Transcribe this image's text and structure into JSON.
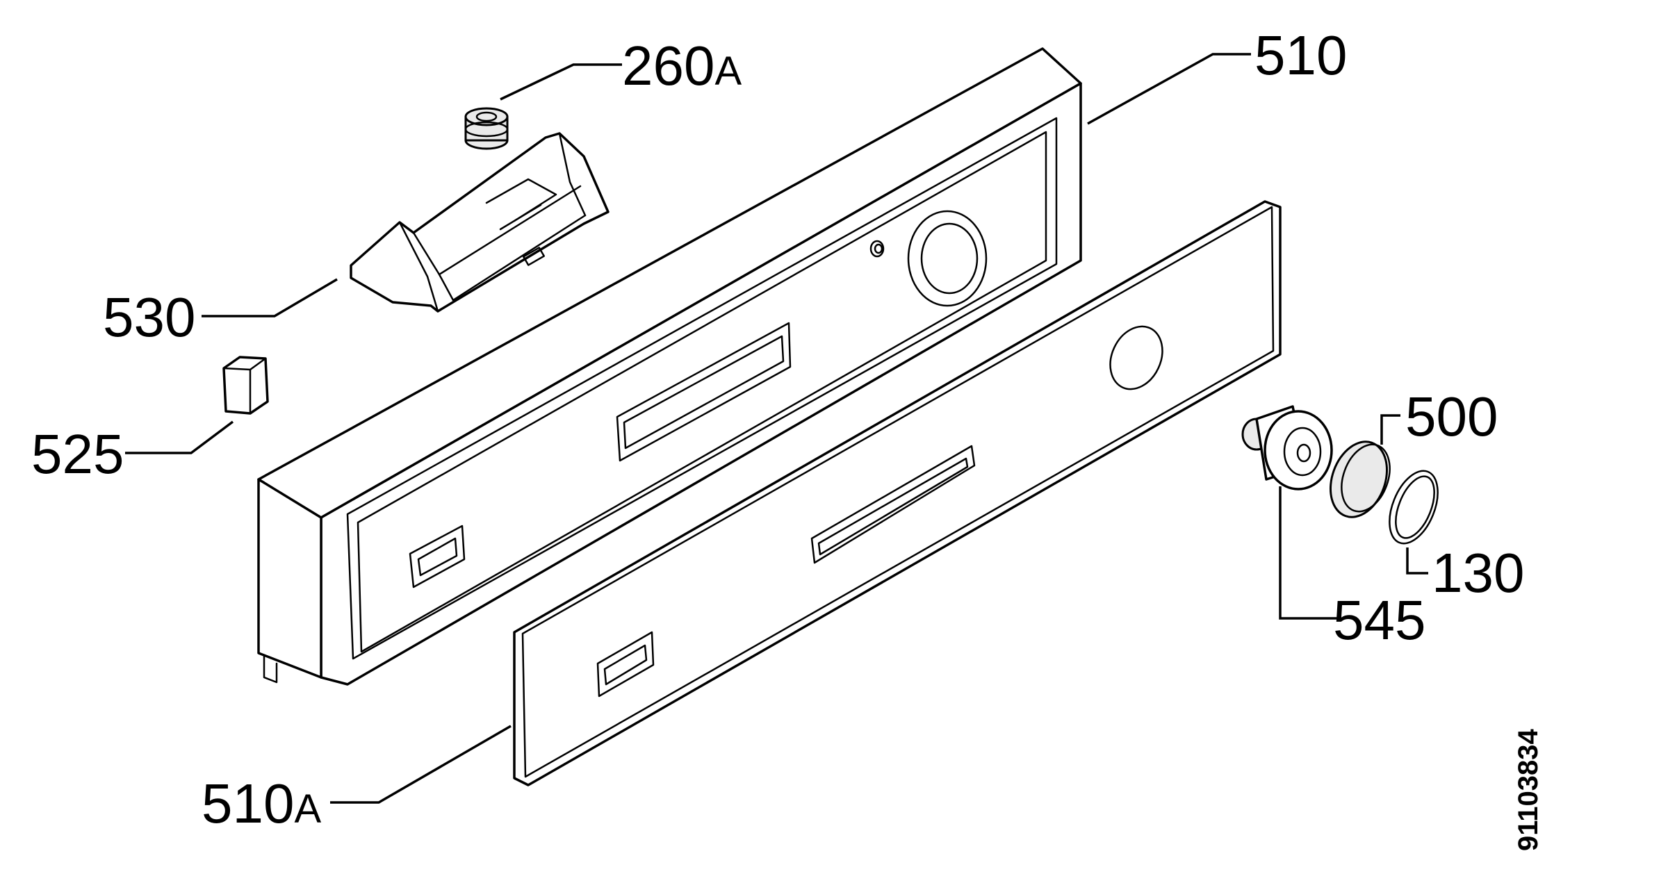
{
  "callouts": {
    "c260a": {
      "number": "260",
      "suffix": "A"
    },
    "c510": {
      "number": "510",
      "suffix": ""
    },
    "c530": {
      "number": "530",
      "suffix": ""
    },
    "c525": {
      "number": "525",
      "suffix": ""
    },
    "c500": {
      "number": "500",
      "suffix": ""
    },
    "c130": {
      "number": "130",
      "suffix": ""
    },
    "c545": {
      "number": "545",
      "suffix": ""
    },
    "c510a": {
      "number": "510",
      "suffix": "A"
    }
  },
  "drawing_number": "91103834"
}
